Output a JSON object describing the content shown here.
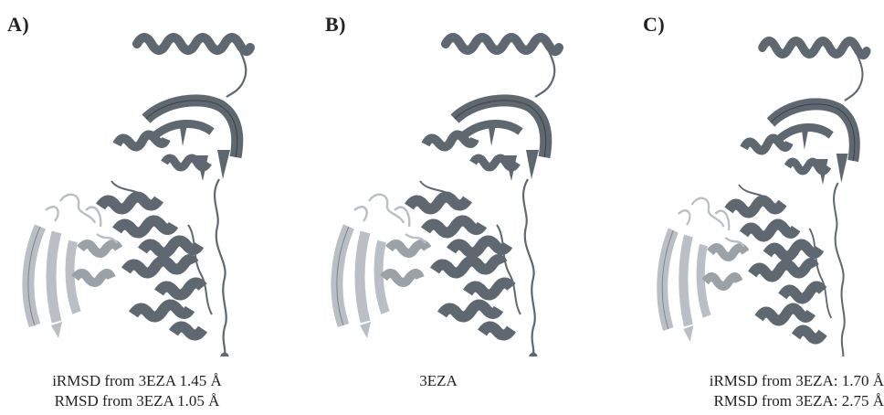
{
  "panels": [
    {
      "label": "A)",
      "caption": [
        "iRMSD from 3EZA 1.45 Å",
        "RMSD from 3EZA 1.05 Å"
      ]
    },
    {
      "label": "B)",
      "caption": [
        "3EZA"
      ]
    },
    {
      "label": "C)",
      "caption": [
        "iRMSD from 3EZA: 1.70 Å",
        "RMSD from 3EZA: 2.75 Å"
      ]
    }
  ],
  "colors": {
    "main_domain": "#5f6870",
    "light_domain": "#b9bfc4",
    "outline": "#3a4047"
  }
}
